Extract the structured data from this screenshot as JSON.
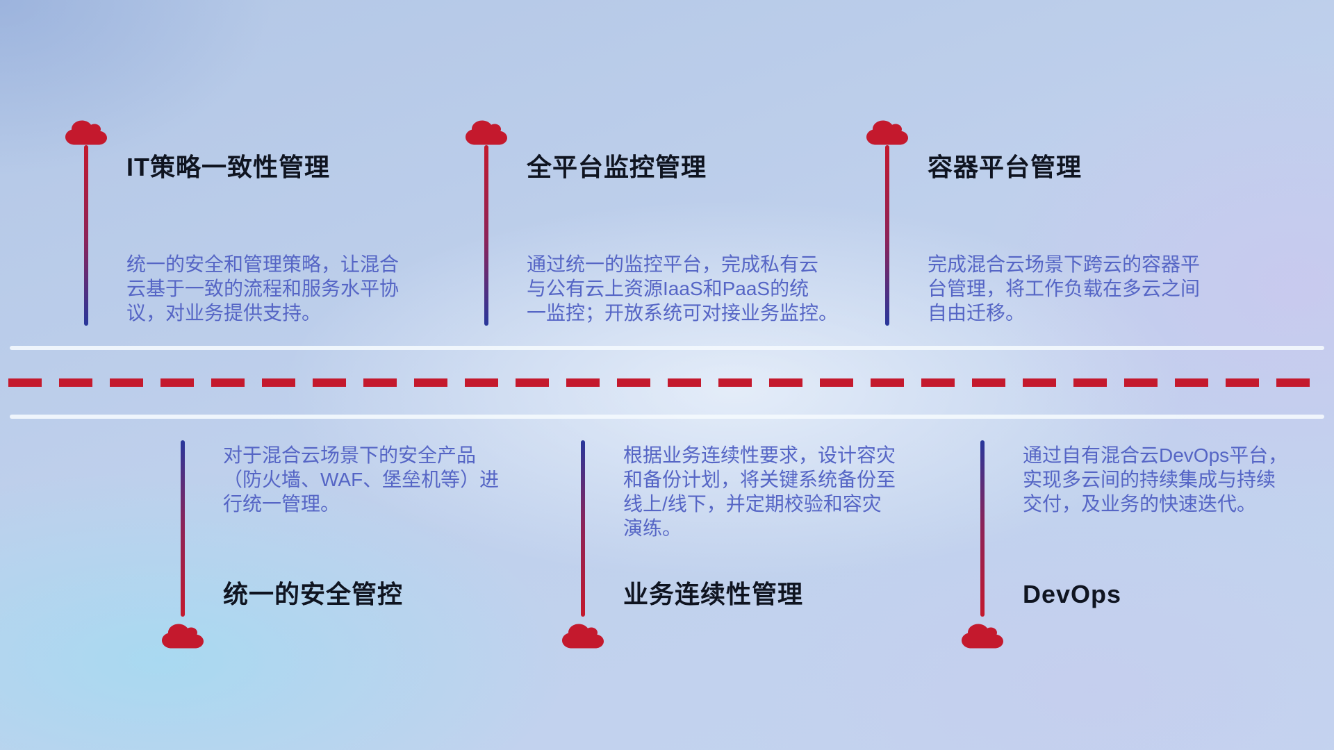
{
  "colors": {
    "red": "#c4192d",
    "blue": "#28379b",
    "title": "#0f1420",
    "desc": "#5565c5"
  },
  "top_items": [
    {
      "title": "IT策略一致性管理",
      "desc": "统一的安全和管理策略，让混合\n云基于一致的流程和服务水平协\n议，对业务提供支持。"
    },
    {
      "title": "全平台监控管理",
      "desc": "通过统一的监控平台，完成私有云\n与公有云上资源IaaS和PaaS的统\n一监控；开放系统可对接业务监控。"
    },
    {
      "title": "容器平台管理",
      "desc": "完成混合云场景下跨云的容器平\n台管理，将工作负载在多云之间\n自由迁移。"
    }
  ],
  "bottom_items": [
    {
      "title": "统一的安全管控",
      "desc": "对于混合云场景下的安全产品\n（防火墙、WAF、堡垒机等）进\n行统一管理。"
    },
    {
      "title": "业务连续性管理",
      "desc": "根据业务连续性要求，设计容灾\n和备份计划，将关键系统备份至\n线上/线下，并定期校验和容灾\n演练。"
    },
    {
      "title": "DevOps",
      "desc": "通过自有混合云DevOps平台，\n实现多云间的持续集成与持续\n交付，及业务的快速迭代。"
    }
  ]
}
